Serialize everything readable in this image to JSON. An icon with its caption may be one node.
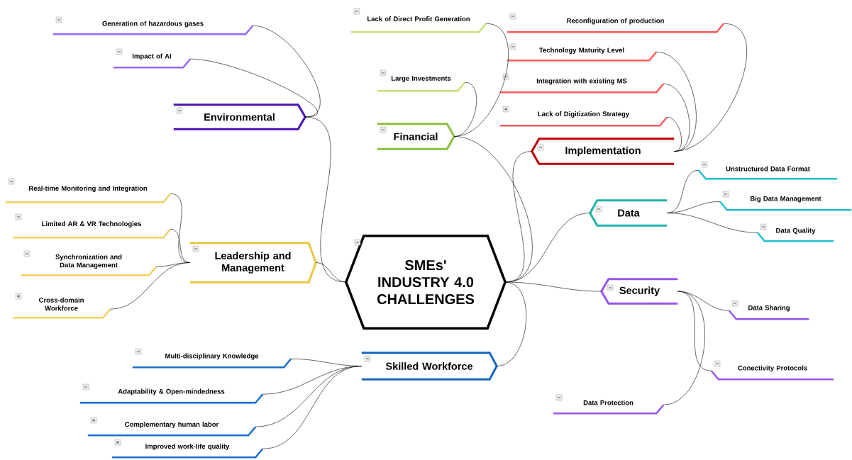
{
  "diagram": {
    "nodes": [
      {
        "text": [
          "SMEs' INDUSTRY 4.0 CHALLENGES"
        ]
      },
      {
        "text": [
          "Environmental"
        ]
      },
      {
        "text": [
          "Generation of hazardous gases"
        ]
      },
      {
        "text": [
          "Impact of AI"
        ]
      },
      {
        "text": [
          "Financial"
        ]
      },
      {
        "text": [
          "Lack of Direct Profit Generation"
        ]
      },
      {
        "text": [
          "Large Investments"
        ]
      },
      {
        "text": [
          "Implementation"
        ]
      },
      {
        "text": [
          "Reconfiguration of production"
        ]
      },
      {
        "text": [
          "Technology Maturity Level"
        ]
      },
      {
        "text": [
          "Integration with existing MS"
        ]
      },
      {
        "text": [
          "Lack of Digitization Strategy"
        ]
      },
      {
        "text": [
          "Leadership and Management"
        ]
      },
      {
        "text": [
          "Real-time Monitoring and Integration"
        ]
      },
      {
        "text": [
          "Limited AR & VR Technologies"
        ]
      },
      {
        "text": [
          "Synchronization and Data Management"
        ]
      },
      {
        "text": [
          "Cross-domain Workforce"
        ]
      },
      {
        "text": [
          "Data"
        ]
      },
      {
        "text": [
          "Unstructured Data Format"
        ]
      },
      {
        "text": [
          "Big Data Management"
        ]
      },
      {
        "text": [
          "Data Quality"
        ]
      },
      {
        "text": [
          "Security"
        ]
      },
      {
        "text": [
          "Data Sharing"
        ]
      },
      {
        "text": [
          "Conectivity Protocols"
        ]
      },
      {
        "text": [
          "Data Protection"
        ]
      },
      {
        "text": [
          "Skilled Workforce"
        ]
      },
      {
        "text": [
          "Multi-disciplinary Knowledge"
        ]
      },
      {
        "text": [
          "Adaptability & Open-mindedness"
        ]
      },
      {
        "text": [
          "Complementary human labor"
        ]
      },
      {
        "text": [
          "Improved work-life quality"
        ]
      }
    ],
    "edges": [
      {
        "from": 0,
        "to": 1,
        "arrow": "none"
      },
      {
        "from": 1,
        "to": 2,
        "arrow": "none"
      },
      {
        "from": 1,
        "to": 3,
        "arrow": "none"
      },
      {
        "from": 0,
        "to": 4,
        "arrow": "none"
      },
      {
        "from": 4,
        "to": 5,
        "arrow": "none"
      },
      {
        "from": 4,
        "to": 6,
        "arrow": "none"
      },
      {
        "from": 0,
        "to": 7,
        "arrow": "none"
      },
      {
        "from": 7,
        "to": 8,
        "arrow": "none"
      },
      {
        "from": 7,
        "to": 9,
        "arrow": "none"
      },
      {
        "from": 7,
        "to": 10,
        "arrow": "none"
      },
      {
        "from": 7,
        "to": 11,
        "arrow": "none"
      },
      {
        "from": 0,
        "to": 12,
        "arrow": "none"
      },
      {
        "from": 12,
        "to": 13,
        "arrow": "none"
      },
      {
        "from": 12,
        "to": 14,
        "arrow": "none"
      },
      {
        "from": 12,
        "to": 15,
        "arrow": "none"
      },
      {
        "from": 12,
        "to": 16,
        "arrow": "none"
      },
      {
        "from": 0,
        "to": 17,
        "arrow": "none"
      },
      {
        "from": 17,
        "to": 18,
        "arrow": "none"
      },
      {
        "from": 17,
        "to": 19,
        "arrow": "none"
      },
      {
        "from": 17,
        "to": 20,
        "arrow": "none"
      },
      {
        "from": 0,
        "to": 21,
        "arrow": "none"
      },
      {
        "from": 21,
        "to": 22,
        "arrow": "none"
      },
      {
        "from": 21,
        "to": 23,
        "arrow": "none"
      },
      {
        "from": 21,
        "to": 24,
        "arrow": "none"
      },
      {
        "from": 0,
        "to": 25,
        "arrow": "none"
      },
      {
        "from": 25,
        "to": 26,
        "arrow": "none"
      },
      {
        "from": 25,
        "to": 27,
        "arrow": "none"
      },
      {
        "from": 25,
        "to": 28,
        "arrow": "none"
      },
      {
        "from": 25,
        "to": 29,
        "arrow": "none"
      }
    ]
  }
}
